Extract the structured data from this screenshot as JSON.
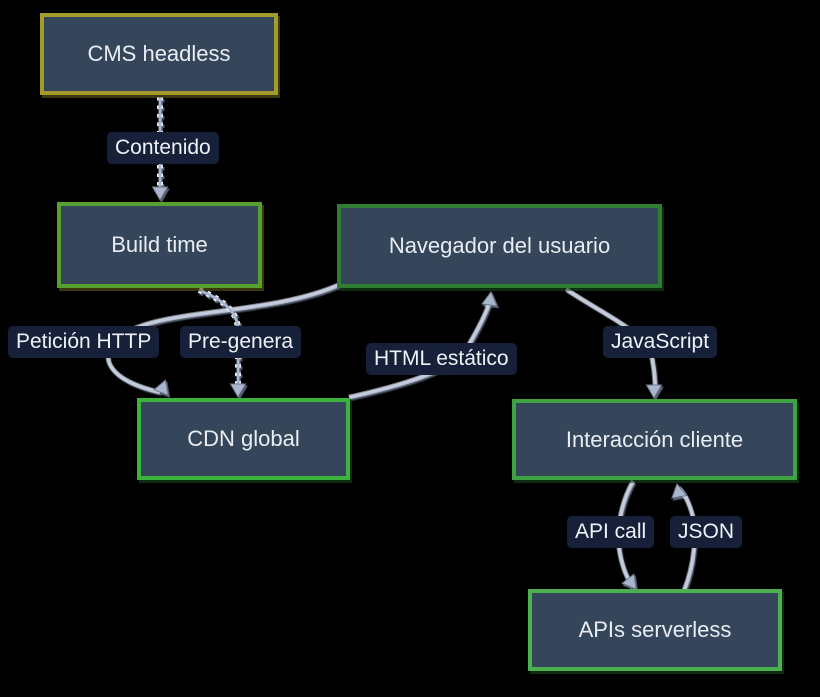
{
  "diagram": {
    "type": "flowchart",
    "background": "#000000",
    "node_fill": "#36465a",
    "node_text_color": "#e8ecf3",
    "edge_color": "#c2ccde",
    "edge_label_bg": "#162039",
    "edge_label_text_color": "#eef1f6",
    "nodes": {
      "cms": {
        "label": "CMS headless",
        "border_color": "#a39b2c"
      },
      "build": {
        "label": "Build time",
        "border_color": "#57a030"
      },
      "browser": {
        "label": "Navegador del usuario",
        "border_color": "#2e7d32"
      },
      "cdn": {
        "label": "CDN global",
        "border_color": "#3cb33c"
      },
      "client": {
        "label": "Interacción cliente",
        "border_color": "#3fa344"
      },
      "apis": {
        "label": "APIs serverless",
        "border_color": "#4caf50"
      }
    },
    "edges": {
      "contenido": {
        "label": "Contenido",
        "from": "cms",
        "to": "cdn_build",
        "style": "dashed"
      },
      "pregenera": {
        "label": "Pre-genera",
        "from": "build",
        "to": "cdn",
        "style": "dashed"
      },
      "peticion": {
        "label": "Petición HTTP",
        "from": "browser",
        "to": "cdn",
        "style": "solid"
      },
      "html": {
        "label": "HTML estático",
        "from": "cdn",
        "to": "browser",
        "style": "solid"
      },
      "js": {
        "label": "JavaScript",
        "from": "browser",
        "to": "client",
        "style": "solid"
      },
      "apicall": {
        "label": "API call",
        "from": "client",
        "to": "apis",
        "style": "solid"
      },
      "json": {
        "label": "JSON",
        "from": "apis",
        "to": "client",
        "style": "solid"
      }
    }
  }
}
